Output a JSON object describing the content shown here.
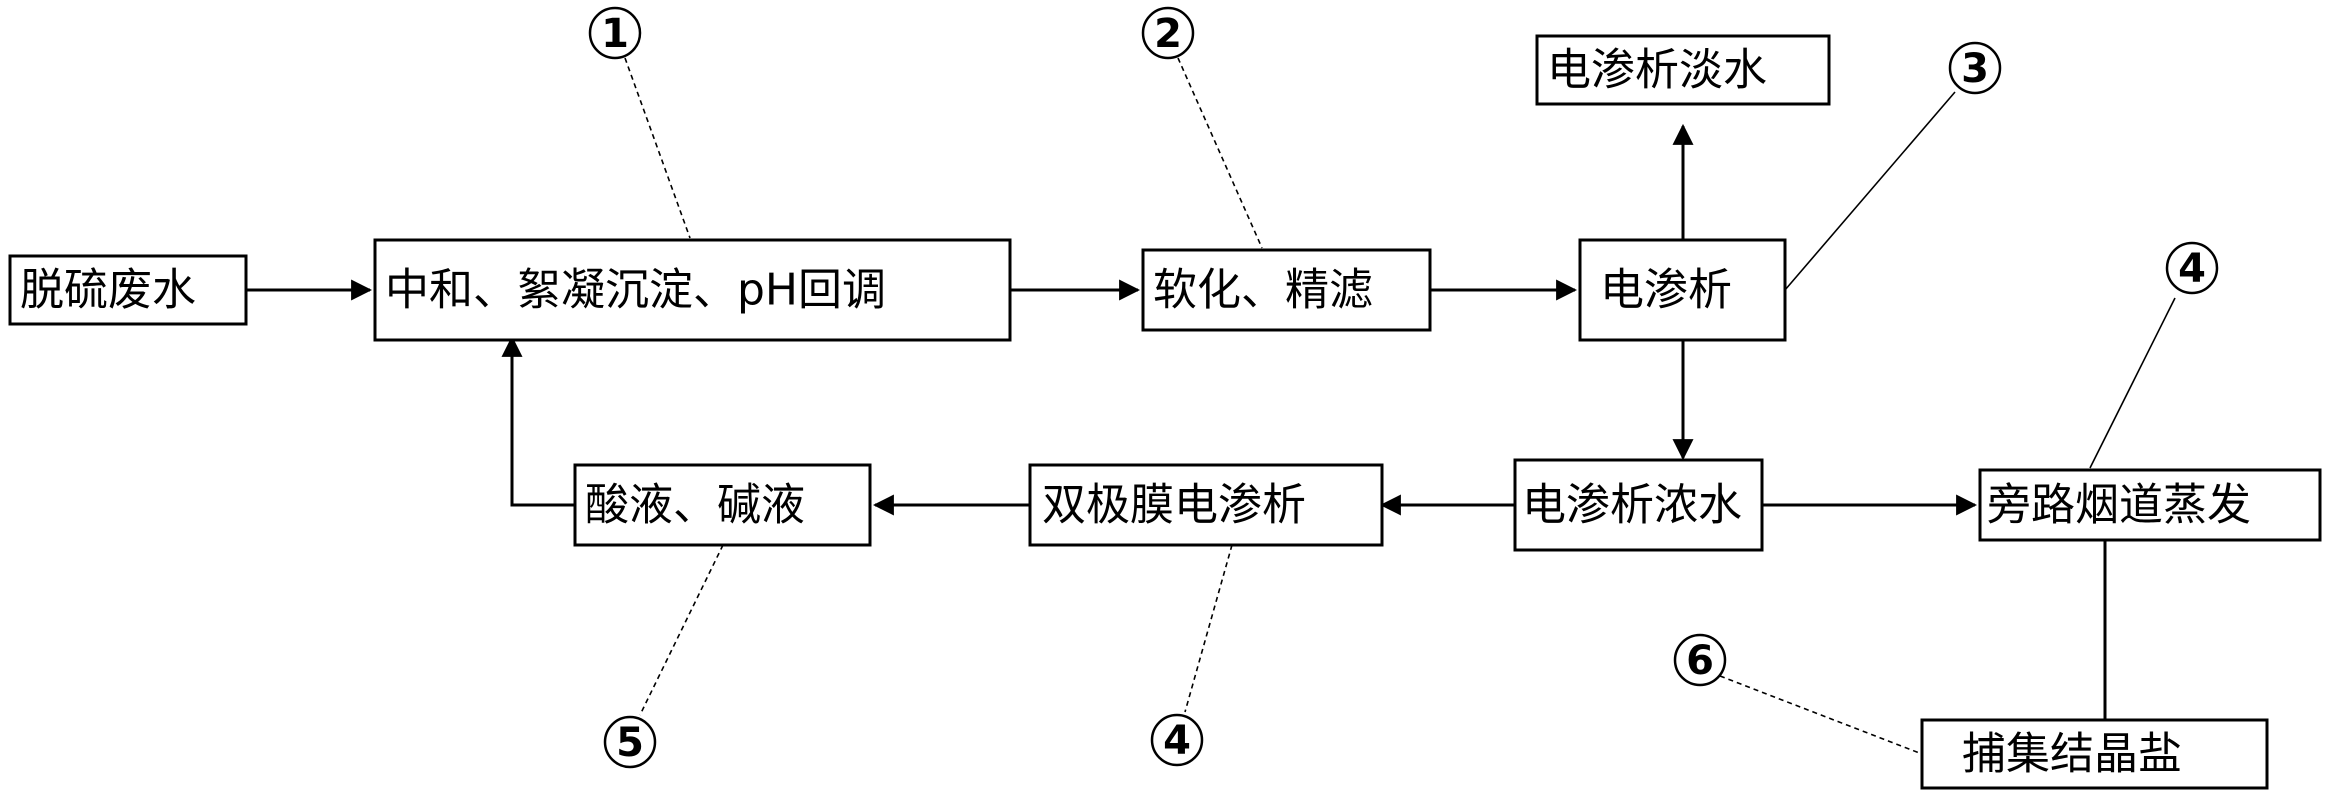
{
  "nodes": {
    "wastewater": "脱硫废水",
    "pretreat": "中和、絮凝沉淀、pH回调",
    "soften": "软化、精滤",
    "ed": "电渗析",
    "fresh": "电渗析淡水",
    "conc": "电渗析浓水",
    "bped": "双极膜电渗析",
    "acidbase": "酸液、碱液",
    "evap": "旁路烟道蒸发",
    "salt": "捕集结晶盐"
  },
  "callouts": {
    "c1": "1",
    "c2": "2",
    "c3": "3",
    "c4a": "4",
    "c4b": "4",
    "c5": "5",
    "c6": "6"
  }
}
